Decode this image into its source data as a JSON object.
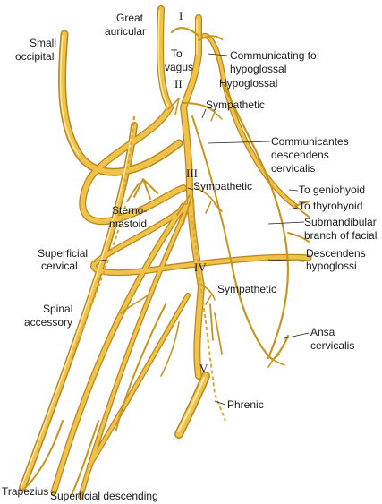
{
  "labels": {
    "roman_1": "I",
    "roman_2": "II",
    "roman_3": "III",
    "roman_4": "IV",
    "roman_5": "V",
    "great_auricular_1": "Great",
    "great_auricular_2": "auricular",
    "small_occipital_1": "Small",
    "small_occipital_2": "occipital",
    "to_vagus_1": "To",
    "to_vagus_2": "vagus",
    "communicating_1": "Communicating to",
    "communicating_2": "hypoglossal",
    "hypoglossal": "Hypoglossal",
    "sympathetic_2": "Sympathetic",
    "communicantes_1": "Communicantes",
    "communicantes_2": "descendens",
    "communicantes_3": "cervicalis",
    "sympathetic_3": "Sympathetic",
    "to_geniohyoid": "To geniohyoid",
    "to_thyrohyoid": "To thyrohyoid",
    "sternomastoid_1": "Sterno-",
    "sternomastoid_2": "mastoid",
    "submandibular_1": "Submandibular",
    "submandibular_2": "branch of facial",
    "superficial_cervical_1": "Superficial",
    "superficial_cervical_2": "cervical",
    "descendens_hypoglossi_1": "Descendens",
    "descendens_hypoglossi_2": "hypoglossi",
    "sympathetic_4": "Sympathetic",
    "spinal_accessory_1": "Spinal",
    "spinal_accessory_2": "accessory",
    "ansa_cervicalis_1": "Ansa",
    "ansa_cervicalis_2": "cervicalis",
    "phrenic": "Phrenic",
    "trapezius": "Trapezius",
    "superficial_descending": "Superficial descending"
  },
  "colors": {
    "nerve_fill": "#f0c24a",
    "nerve_outline": "#b8861c",
    "nerve_highlight": "#fff2b8",
    "text": "#1a1a1a"
  }
}
